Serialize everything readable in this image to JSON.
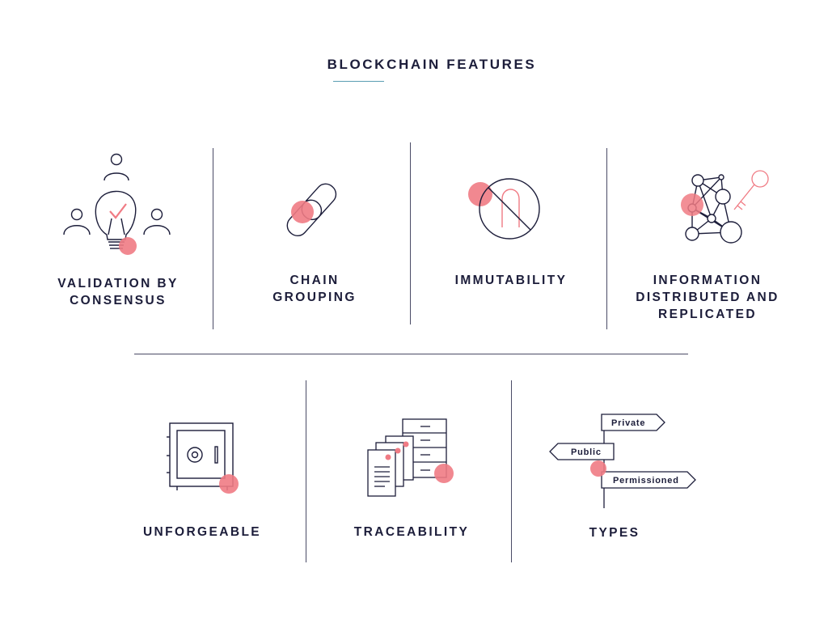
{
  "title": "BLOCKCHAIN FEATURES",
  "colors": {
    "ink": "#1c1d3a",
    "accent": "#f07b84",
    "underline": "#5a9db3"
  },
  "features": [
    {
      "label": "VALIDATION BY\nCONSENSUS",
      "icon": "lightbulb-people-icon"
    },
    {
      "label": "CHAIN\nGROUPING",
      "icon": "chain-link-icon"
    },
    {
      "label": "IMMUTABILITY",
      "icon": "prohibited-icon"
    },
    {
      "label": "INFORMATION\nDISTRIBUTED AND\nREPLICATED",
      "icon": "network-key-icon"
    },
    {
      "label": "UNFORGEABLE",
      "icon": "safe-icon"
    },
    {
      "label": "TRACEABILITY",
      "icon": "documents-icon"
    },
    {
      "label": "TYPES",
      "icon": "signpost-icon"
    }
  ],
  "signpost": {
    "private": "Private",
    "public": "Public",
    "permissioned": "Permissioned"
  }
}
